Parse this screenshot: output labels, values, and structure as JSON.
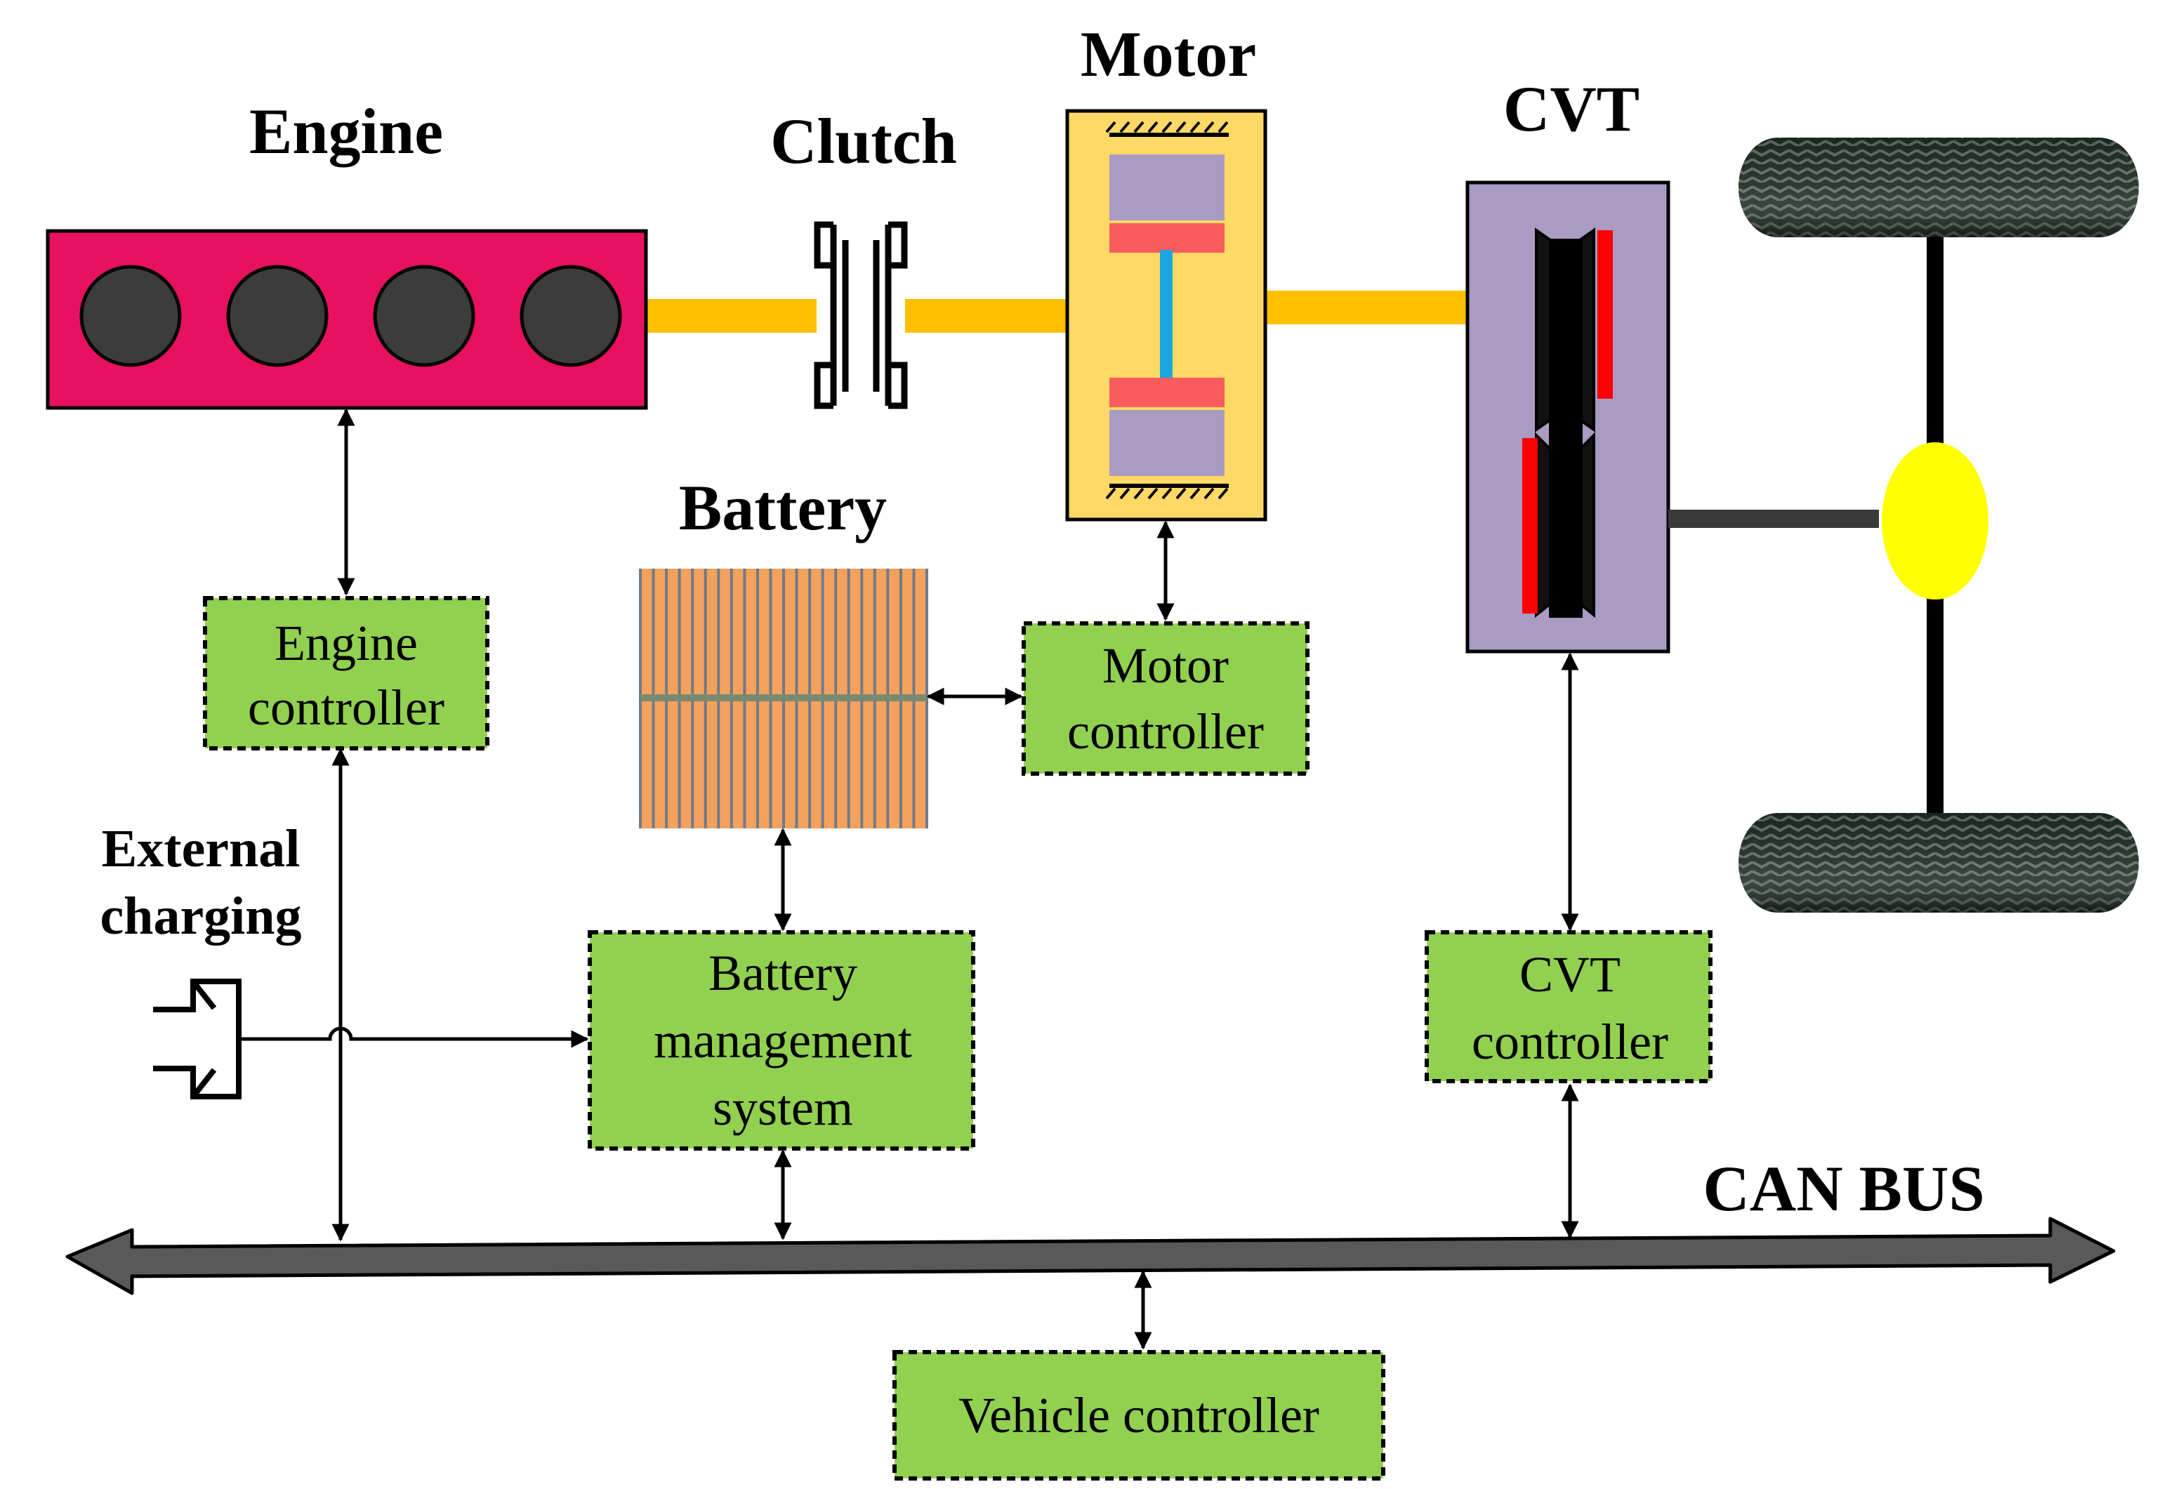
{
  "labels": {
    "engine": "Engine",
    "clutch": "Clutch",
    "motor": "Motor",
    "cvt": "CVT",
    "battery": "Battery",
    "external_charging_line1": "External",
    "external_charging_line2": "charging",
    "can_bus": "CAN BUS"
  },
  "controllers": {
    "engine": [
      "Engine",
      "controller"
    ],
    "motor": [
      "Motor",
      "controller"
    ],
    "bms": [
      "Battery",
      "management",
      "system"
    ],
    "cvt": [
      "CVT",
      "controller"
    ],
    "vehicle": [
      "Vehicle controller"
    ]
  },
  "colors": {
    "engine_body": "#E8115F",
    "cylinder": "#3C3C3C",
    "shaft": "#FFC000",
    "motor_body": "#FFD966",
    "stator": "#A99BC2",
    "rotor": "#F85C5C",
    "motor_axle": "#1AA7E0",
    "cvt_body": "#A99BC2",
    "pulley_band": "#FF0000",
    "differential": "#FFFF00",
    "controller_fill": "#92D050",
    "battery_cell": "#F4A15E",
    "battery_seam": "#7A8A70",
    "bus_fill": "#595959"
  }
}
